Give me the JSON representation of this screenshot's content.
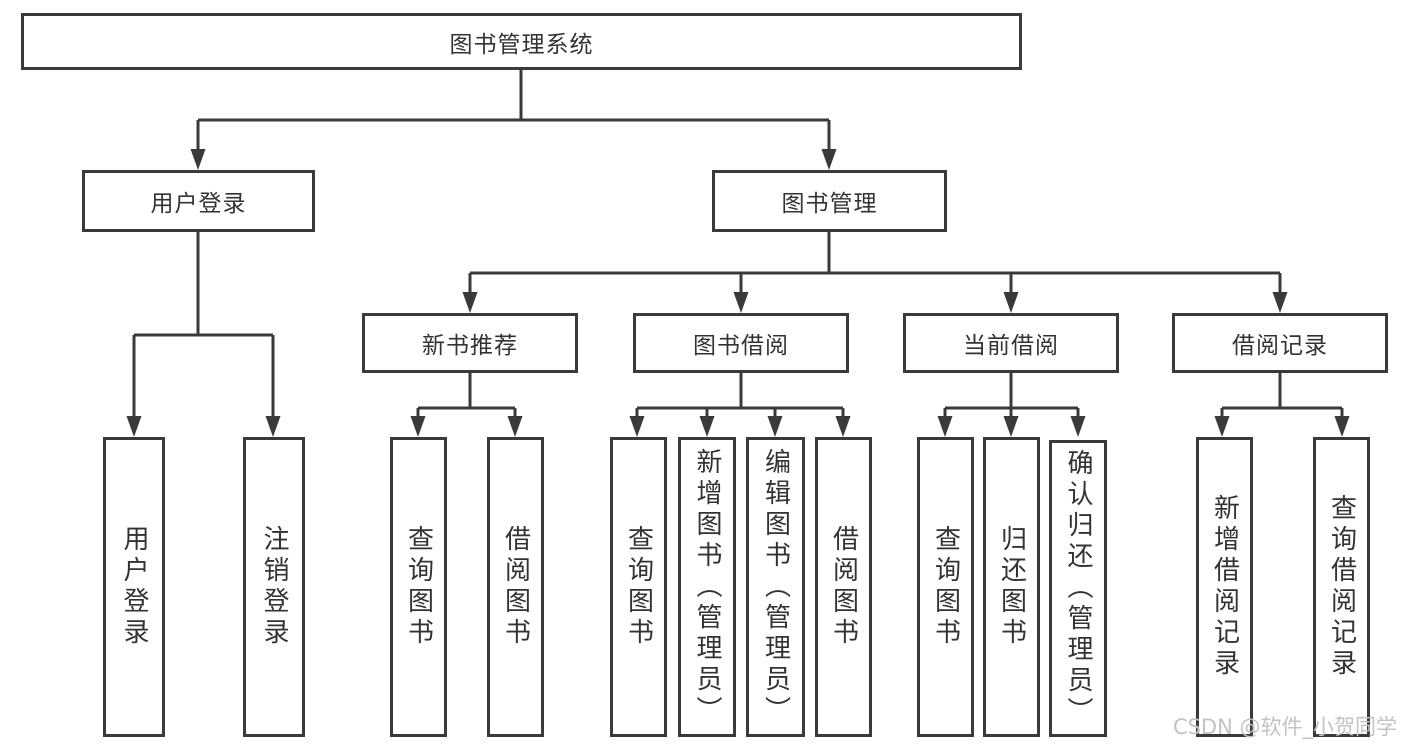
{
  "tree": {
    "label": "图书管理系统",
    "children": [
      {
        "label": "用户登录",
        "children": [
          {
            "label": "用户登录"
          },
          {
            "label": "注销登录"
          }
        ]
      },
      {
        "label": "图书管理",
        "children": [
          {
            "label": "新书推荐",
            "children": [
              {
                "label": "查询图书"
              },
              {
                "label": "借阅图书"
              }
            ]
          },
          {
            "label": "图书借阅",
            "children": [
              {
                "label": "查询图书"
              },
              {
                "label": "新增图书（管理员）"
              },
              {
                "label": "编辑图书（管理员）"
              },
              {
                "label": "借阅图书"
              }
            ]
          },
          {
            "label": "当前借阅",
            "children": [
              {
                "label": "查询图书"
              },
              {
                "label": "归还图书"
              },
              {
                "label": "确认归还（管理员）"
              }
            ]
          },
          {
            "label": "借阅记录",
            "children": [
              {
                "label": "新增借阅记录"
              },
              {
                "label": "查询借阅记录"
              }
            ]
          }
        ]
      }
    ]
  },
  "watermark": {
    "text": "CSDN @软件_小贺同学"
  },
  "colors": {
    "line": "#3a3a3a",
    "text": "#333333",
    "box_background": "#ffffff",
    "watermark": "#c3c3c3"
  }
}
